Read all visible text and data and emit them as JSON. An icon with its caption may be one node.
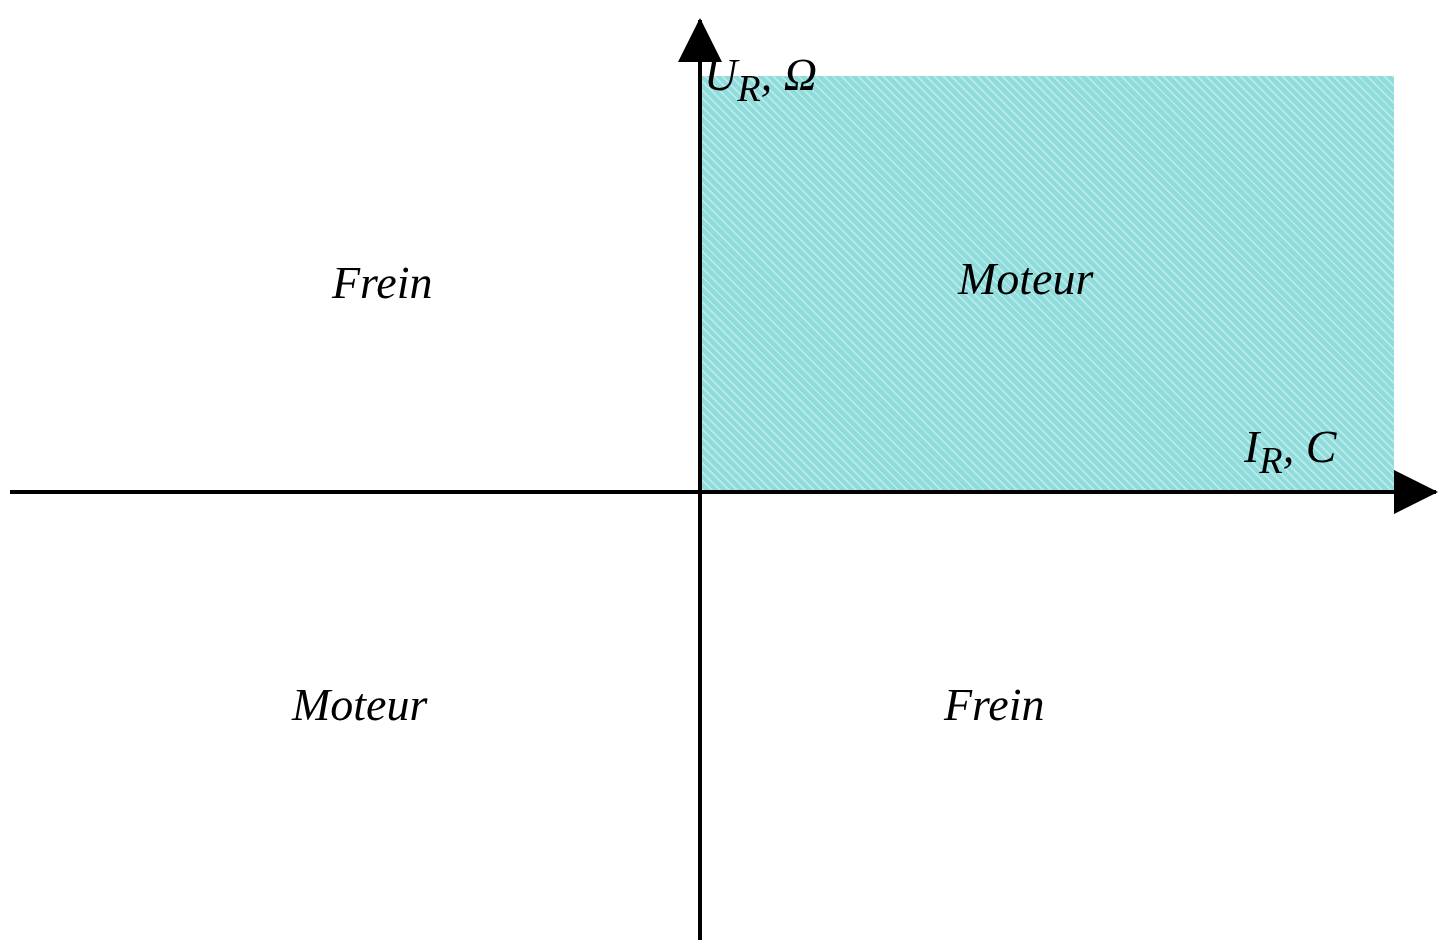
{
  "diagram": {
    "nodes": [
      {
        "text": [
          "Moteur"
        ]
      }
    ],
    "labels": [
      "U$_{R}$, Ω",
      "Frein",
      "I$_{R}$, C",
      "Moteur",
      "Frein"
    ]
  }
}
